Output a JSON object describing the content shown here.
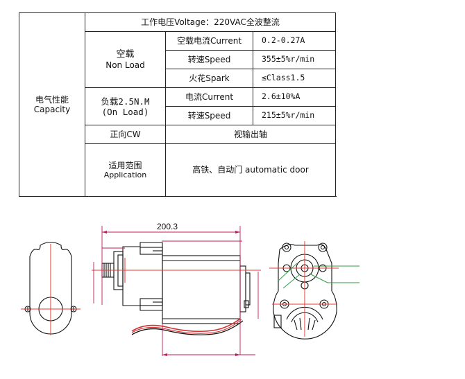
{
  "table": {
    "voltage": "工作电压Voltage：220VAC全波整流",
    "capacity_cn": "电气性能",
    "capacity_en": "Capacity",
    "no_load_cn": "空载",
    "no_load_en": "Non Load",
    "load_cn": "负载2.5N.M",
    "load_en": "(On Load)",
    "rows": [
      {
        "label": "空载电流Current",
        "value": "0.2-0.27A"
      },
      {
        "label": "转速Speed",
        "value": "355±5%r/min"
      },
      {
        "label": "火花Spark",
        "value": "≤Class1.5"
      },
      {
        "label": "电流Current",
        "value": "2.6±10%A"
      },
      {
        "label": "转速Speed",
        "value": "215±5%r/min"
      }
    ],
    "rotation": "正向CW",
    "shaft": "视输出轴",
    "application_cn": "适用范围",
    "application_en": "Application",
    "application_value": "高铁、自动门 automatic door"
  },
  "drawing": {
    "length_dim": "200.3"
  },
  "colors": {
    "line": "#111111",
    "center_line": "#e53935",
    "leader_line": "#2e9e44",
    "dim_line": "#c2185b",
    "wire_red": "#d32f2f"
  }
}
